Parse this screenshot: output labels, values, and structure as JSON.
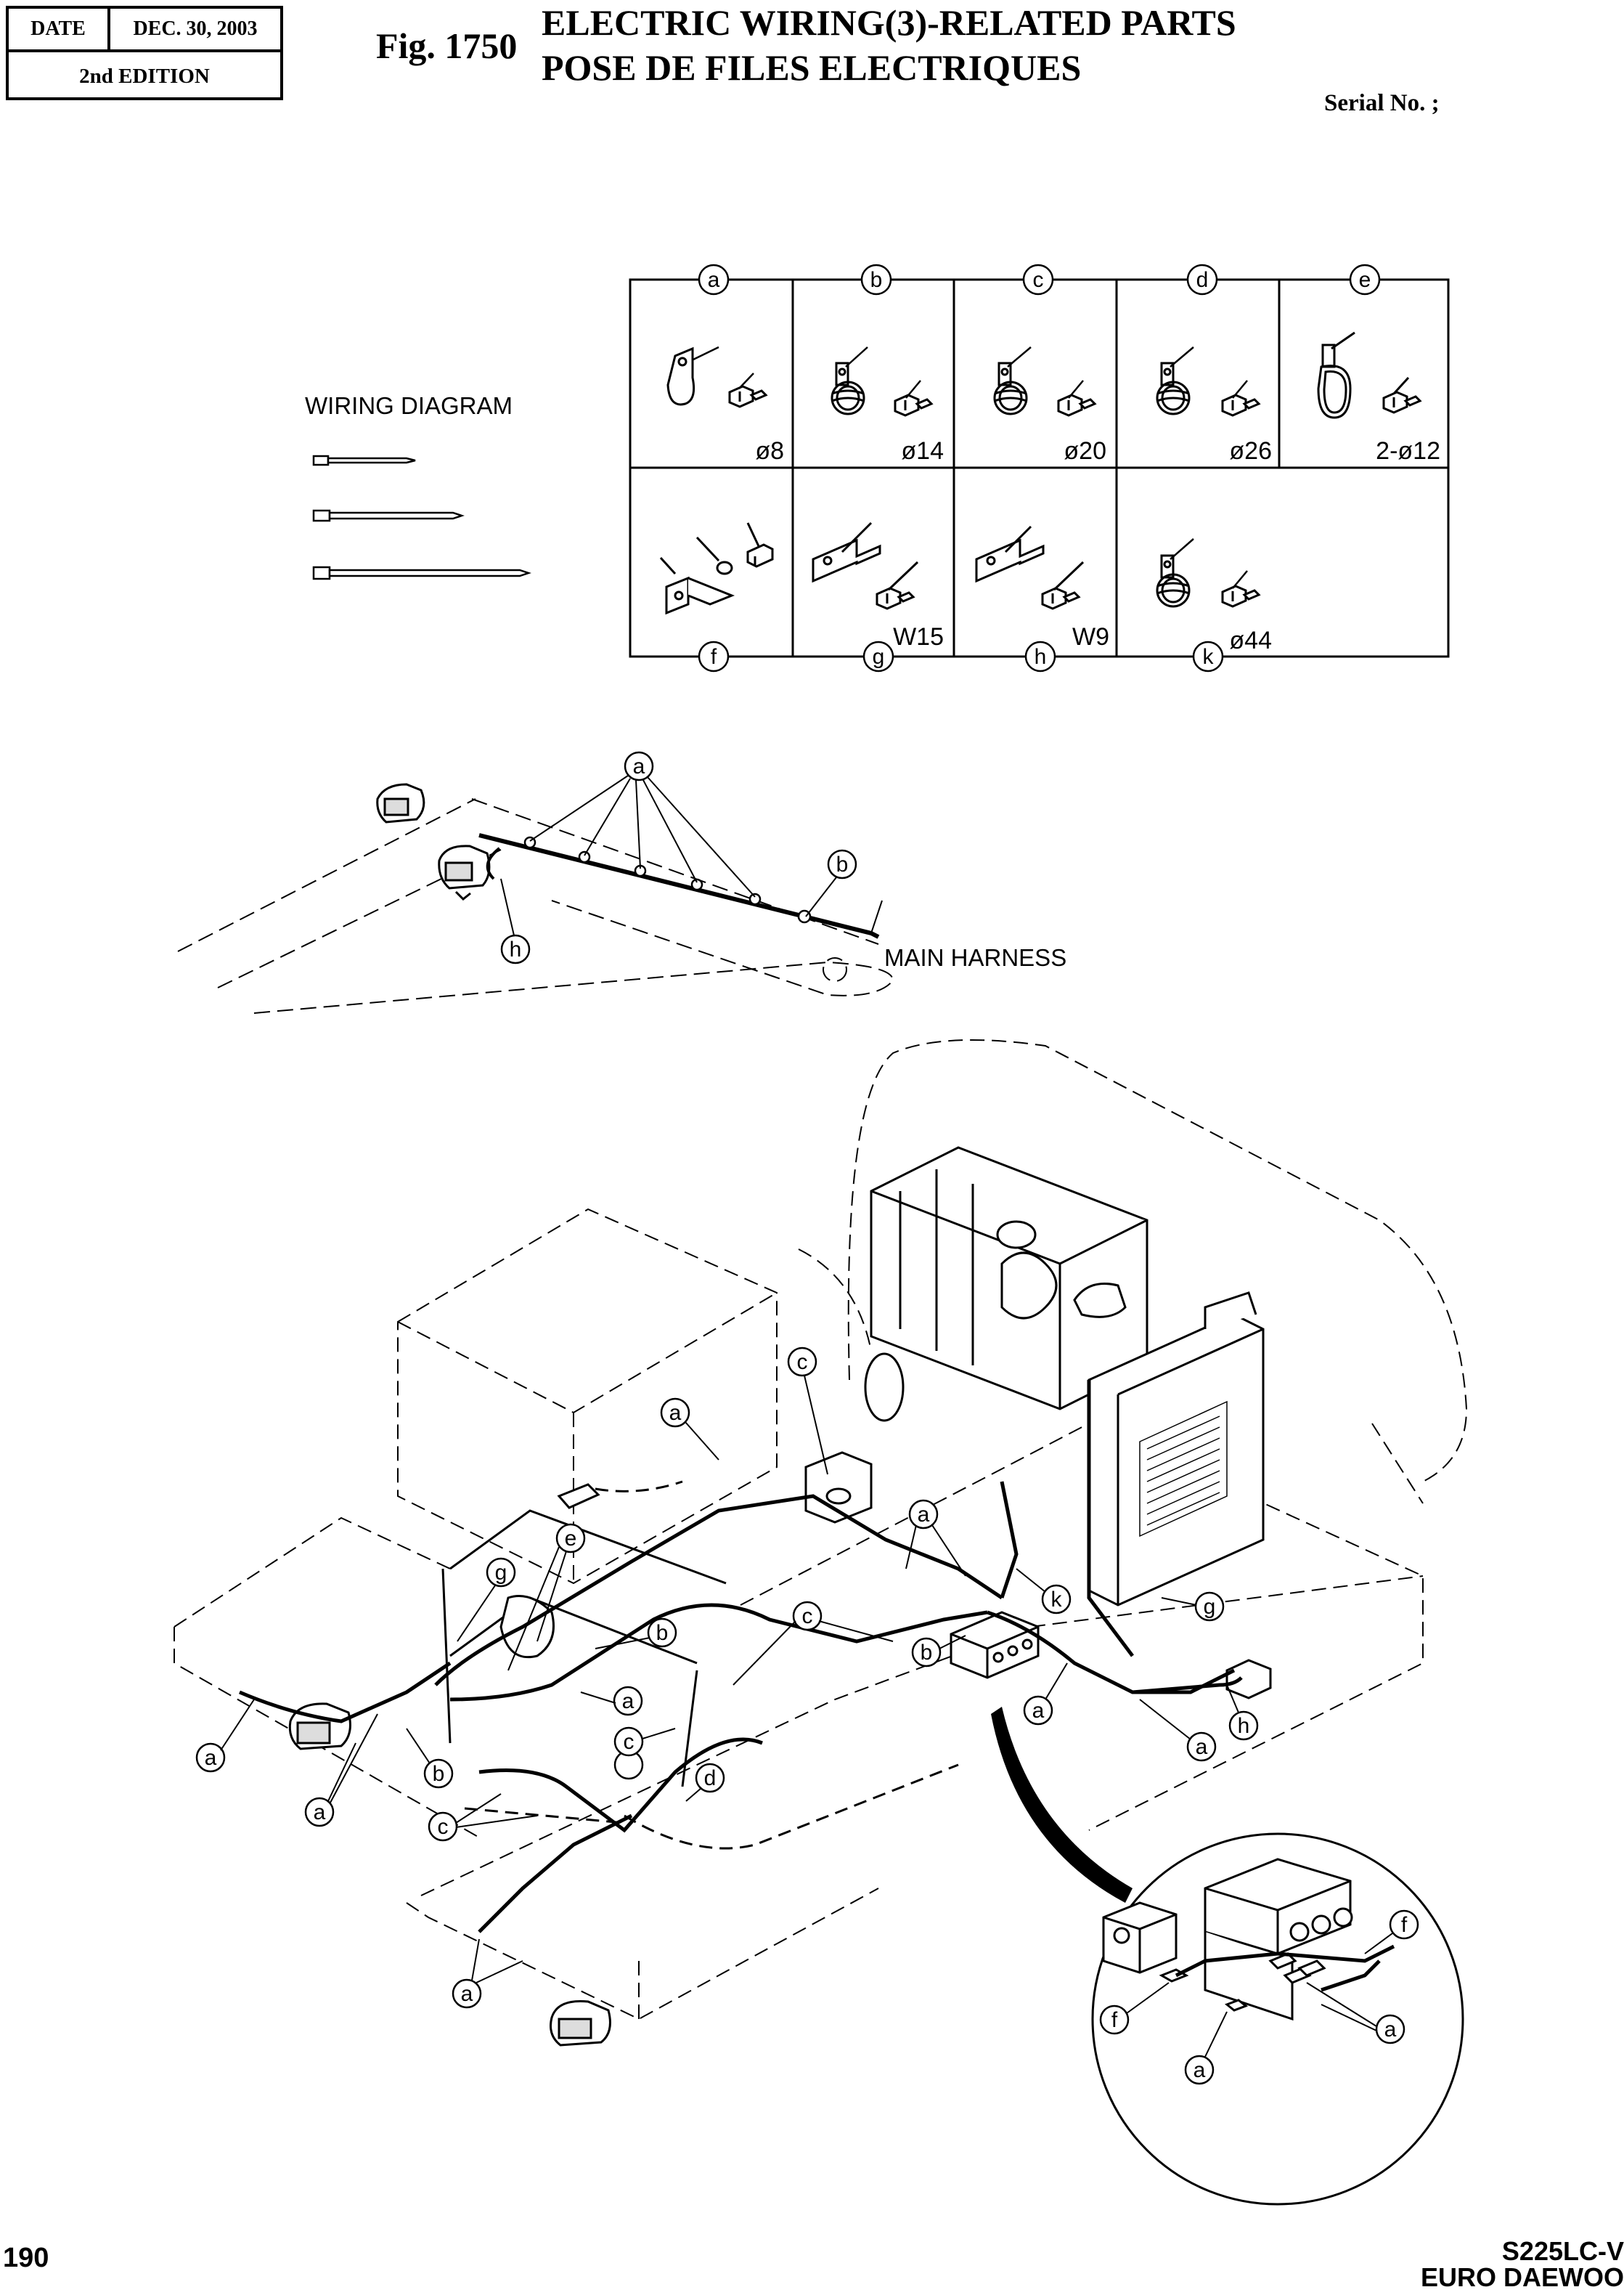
{
  "header": {
    "date_label": "DATE",
    "date_value": "DEC. 30, 2003",
    "edition": "2nd EDITION",
    "fig_no": "Fig. 1750",
    "title_en": "ELECTRIC WIRING(3)-RELATED PARTS",
    "title_fr": "POSE DE FILES ELECTRIQUES",
    "serial": "Serial No. ;"
  },
  "legend": {
    "wiring_diagram_label": "WIRING DIAGRAM",
    "cells": [
      {
        "letter": "a",
        "size": "ø8"
      },
      {
        "letter": "b",
        "size": "ø14"
      },
      {
        "letter": "c",
        "size": "ø20"
      },
      {
        "letter": "d",
        "size": "ø26"
      },
      {
        "letter": "e",
        "size": "2-ø12"
      },
      {
        "letter": "f",
        "size": ""
      },
      {
        "letter": "g",
        "size": "W15"
      },
      {
        "letter": "h",
        "size": "W9"
      },
      {
        "letter": "k",
        "size": "ø44"
      }
    ]
  },
  "boom_view": {
    "main_harness_label": "MAIN HARNESS",
    "callouts": [
      "a",
      "b",
      "h"
    ]
  },
  "main_view": {
    "callouts": [
      "a",
      "a",
      "a",
      "a",
      "a",
      "a",
      "a",
      "a",
      "a",
      "b",
      "b",
      "b",
      "c",
      "c",
      "c",
      "c",
      "c",
      "d",
      "e",
      "g",
      "g",
      "h",
      "k"
    ]
  },
  "detail_view": {
    "callouts": [
      "f",
      "f",
      "a",
      "a"
    ]
  },
  "footer": {
    "page_no": "190",
    "model_line1": "S225LC-V",
    "model_line2": "EURO DAEWOO"
  }
}
